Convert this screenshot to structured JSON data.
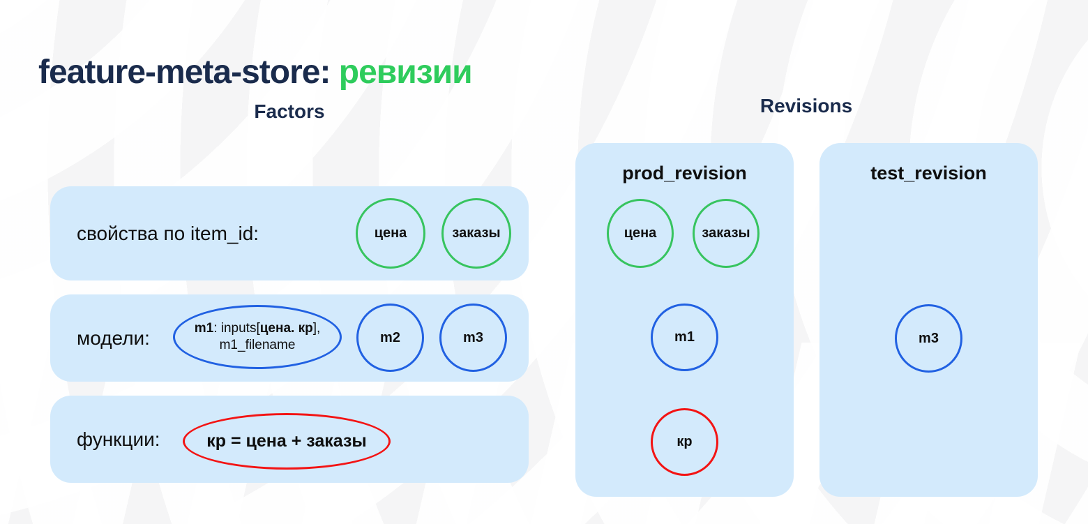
{
  "title": {
    "main": "feature-meta-store: ",
    "accent": "ревизии"
  },
  "colors": {
    "heading_navy": "#1a2b4c",
    "accent_green": "#2ecc5c",
    "panel_fill_blue": "#d3eafc",
    "stroke_green": "#37c45f",
    "stroke_blue": "#2161e2",
    "stroke_red": "#f31414"
  },
  "factors": {
    "heading": "Factors",
    "rows": [
      {
        "label": "свойства по item_id:",
        "circles": [
          "цена",
          "заказы"
        ]
      },
      {
        "label": "модели:",
        "ellipse": {
          "name": "m1",
          "mid": ": inputs[",
          "args": "цена. кр",
          "end": "],",
          "line2": "m1_filename"
        },
        "circles": [
          "m2",
          "m3"
        ]
      },
      {
        "label": "функции:",
        "formula": "кр = цена + заказы"
      }
    ]
  },
  "revisions": {
    "heading": "Revisions",
    "panels": [
      {
        "title": "prod_revision",
        "features": [
          "цена",
          "заказы"
        ],
        "model": "m1",
        "function": "кр"
      },
      {
        "title": "test_revision",
        "model": "m3"
      }
    ]
  }
}
